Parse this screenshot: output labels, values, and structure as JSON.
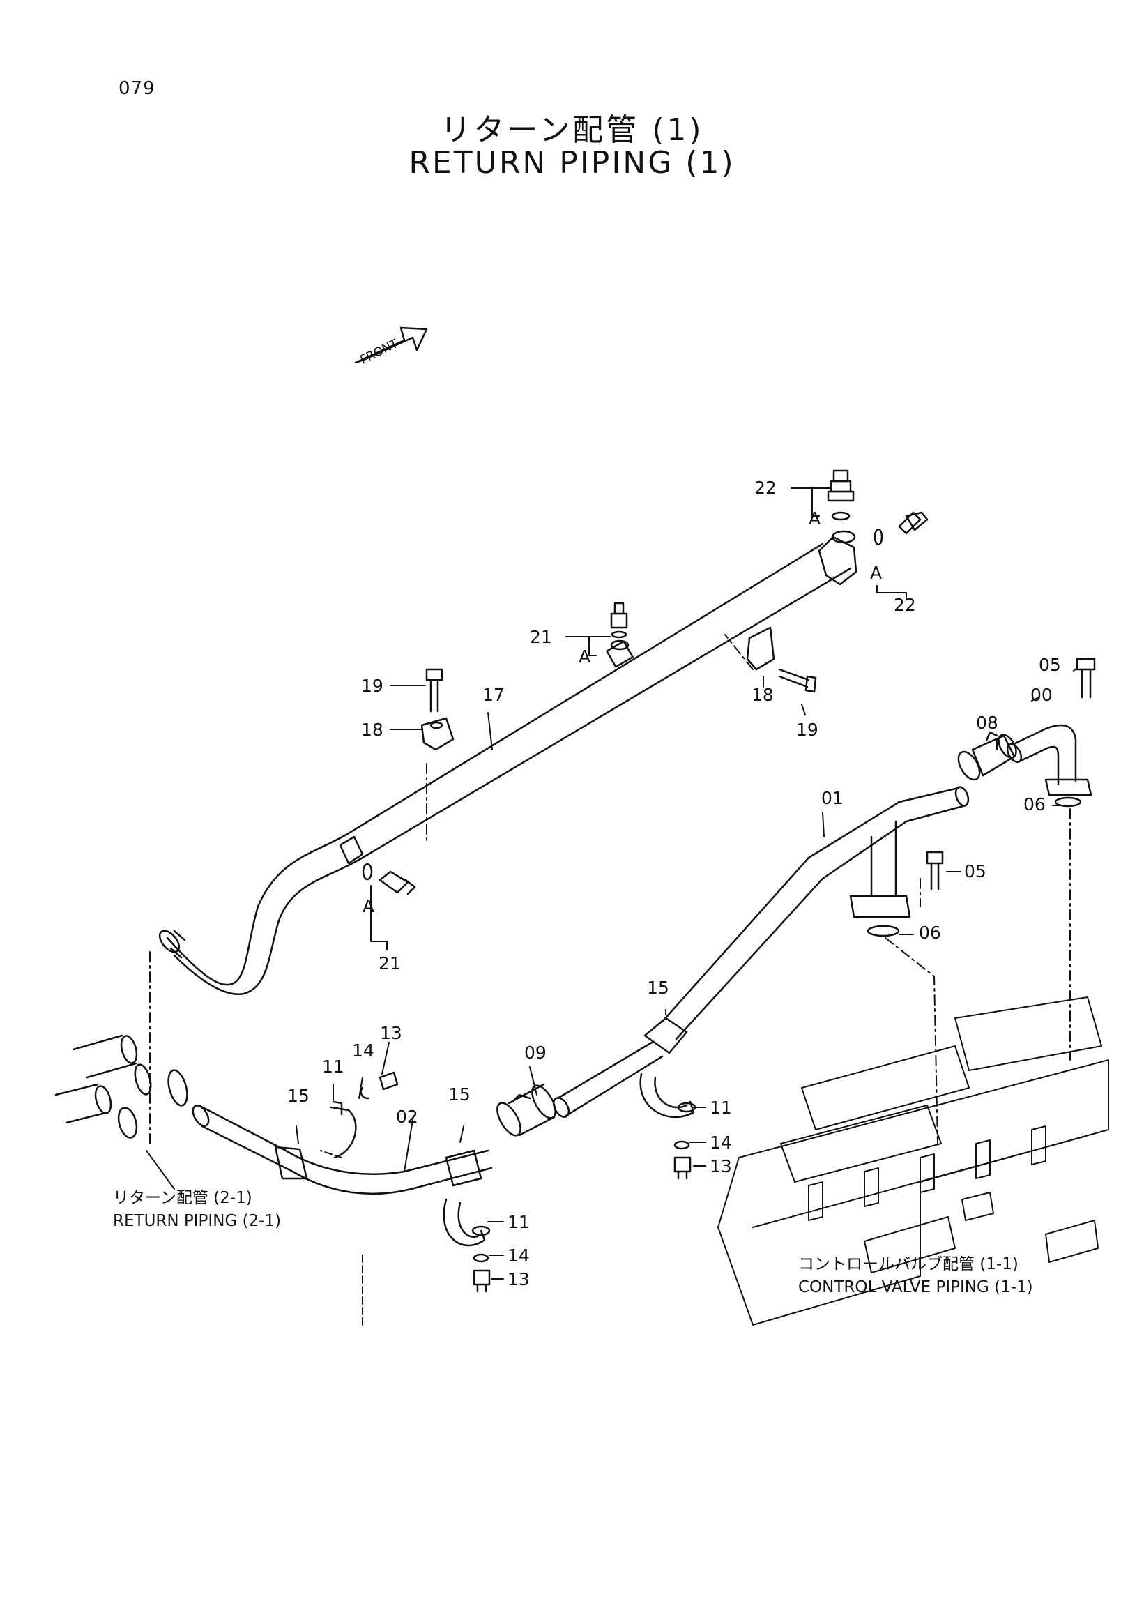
{
  "page_number": "079",
  "title": {
    "jp": "リターン配管 (1)",
    "en": "RETURN PIPING (1)"
  },
  "front_label": "FRONT",
  "callouts": {
    "c22_top": "22",
    "c22_right": "22",
    "c21_top": "21",
    "c21_bottom": "21",
    "c19_left": "19",
    "c19_right": "19",
    "c18_left": "18",
    "c18_right": "18",
    "c17": "17",
    "c05_top": "05",
    "c05_mid": "05",
    "c00": "00",
    "c08": "08",
    "c06_top": "06",
    "c06_mid": "06",
    "c01": "01",
    "c15_a": "15",
    "c15_b": "15",
    "c15_c": "15",
    "c13_a": "13",
    "c13_b": "13",
    "c13_c": "13",
    "c14_a": "14",
    "c14_b": "14",
    "c14_c": "14",
    "c11_a": "11",
    "c11_b": "11",
    "c11_c": "11",
    "c02": "02",
    "c09": "09",
    "a1": "A",
    "a2": "A",
    "a3": "A",
    "a4": "A"
  },
  "references": {
    "return_piping_2_1_jp": "リターン配管 (2-1)",
    "return_piping_2_1_en": "RETURN PIPING (2-1)",
    "control_valve_jp": "コントロールバルブ配管 (1-1)",
    "control_valve_en": "CONTROL VALVE PIPING (1-1)"
  }
}
